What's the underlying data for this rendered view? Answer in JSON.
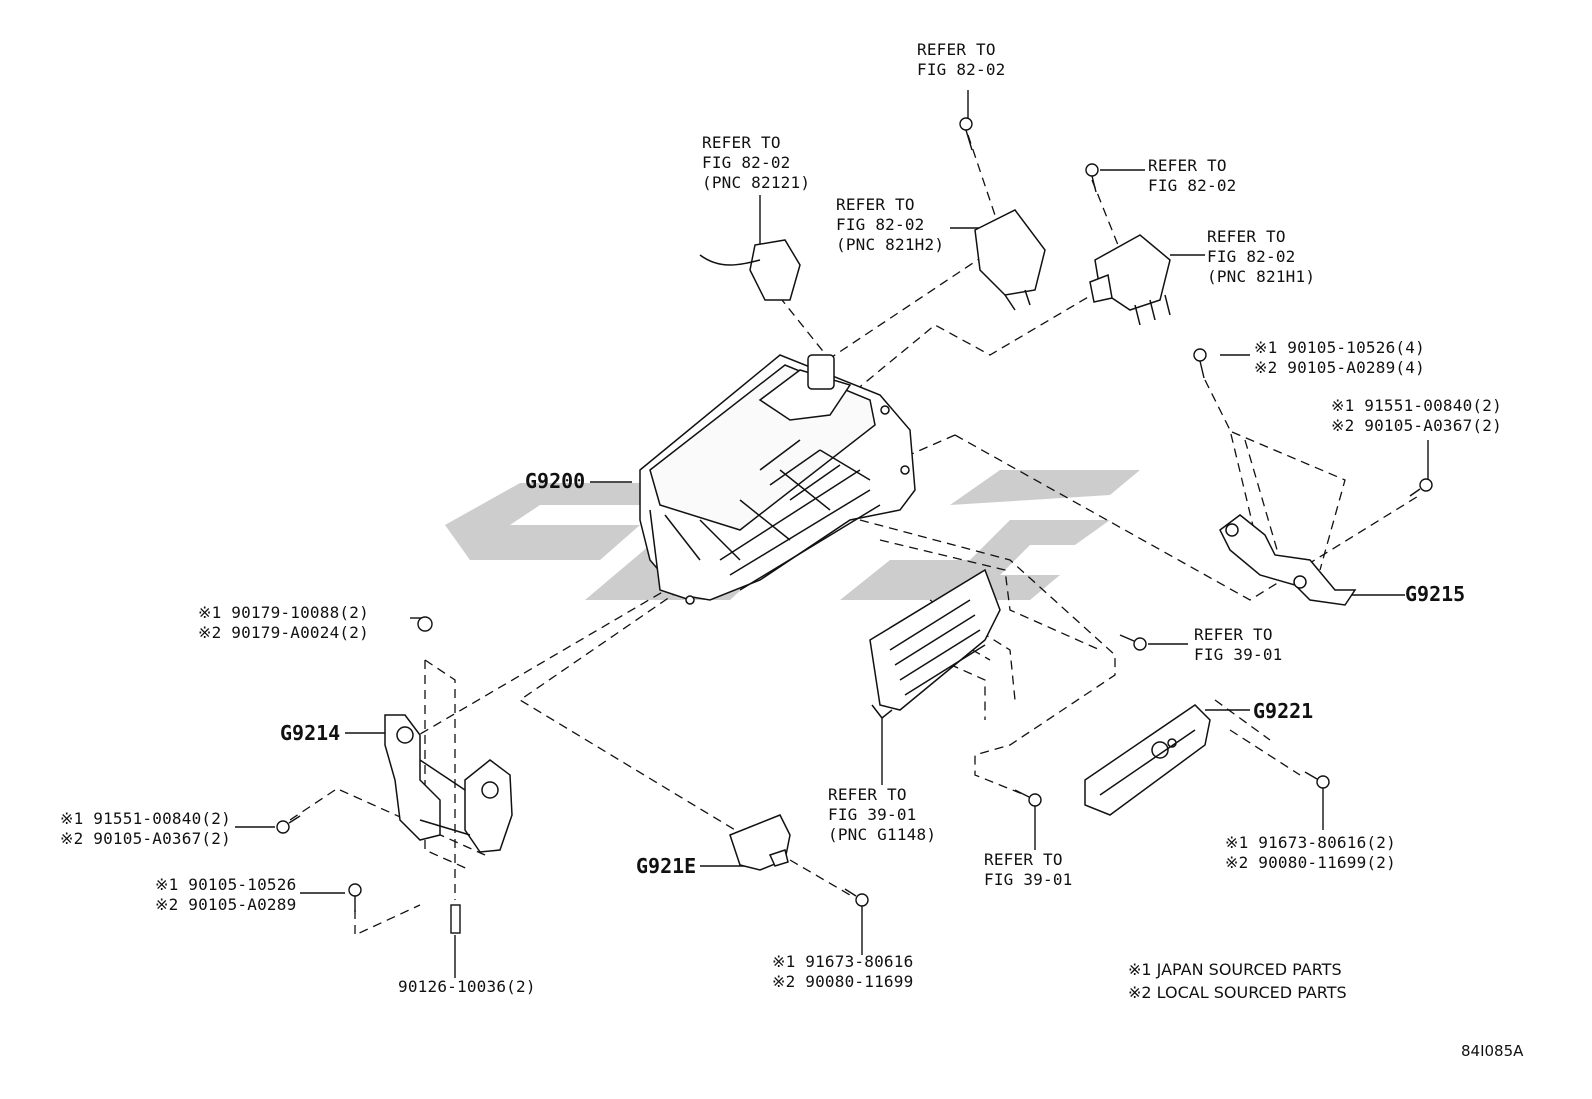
{
  "diagram_code": "84I085A",
  "legend": {
    "line1": "※1 JAPAN SOURCED PARTS",
    "line2": "※2 LOCAL SOURCED PARTS"
  },
  "parts": {
    "main": "G9200",
    "bracket_left": "G9214",
    "bracket_right": "G9215",
    "cover": "G9221",
    "clip": "G921E"
  },
  "refs": {
    "r1": [
      "REFER TO",
      "FIG 82-02",
      "(PNC 82121)"
    ],
    "r2": [
      "REFER TO",
      "FIG 82-02"
    ],
    "r3": [
      "REFER TO",
      "FIG 82-02",
      "(PNC 821H2)"
    ],
    "r4": [
      "REFER TO",
      "FIG 82-02"
    ],
    "r5": [
      "REFER TO",
      "FIG 82-02",
      "(PNC 821H1)"
    ],
    "r6": [
      "REFER TO",
      "FIG 39-01"
    ],
    "r7": [
      "REFER TO",
      "FIG 39-01",
      "(PNC G1148)"
    ],
    "r8": [
      "REFER TO",
      "FIG 39-01"
    ]
  },
  "fasteners": {
    "f1": [
      "※1 90105-10526(4)",
      "※2 90105-A0289(4)"
    ],
    "f2": [
      "※1 91551-00840(2)",
      "※2 90105-A0367(2)"
    ],
    "f3": [
      "※1 90179-10088(2)",
      "※2 90179-A0024(2)"
    ],
    "f4": [
      "※1 91551-00840(2)",
      "※2 90105-A0367(2)"
    ],
    "f5": [
      "※1 90105-10526",
      "※2 90105-A0289"
    ],
    "f6": "90126-10036(2)",
    "f7": [
      "※1 91673-80616",
      "※2 90080-11699"
    ],
    "f8": [
      "※1 91673-80616(2)",
      "※2 90080-11699(2)"
    ]
  }
}
